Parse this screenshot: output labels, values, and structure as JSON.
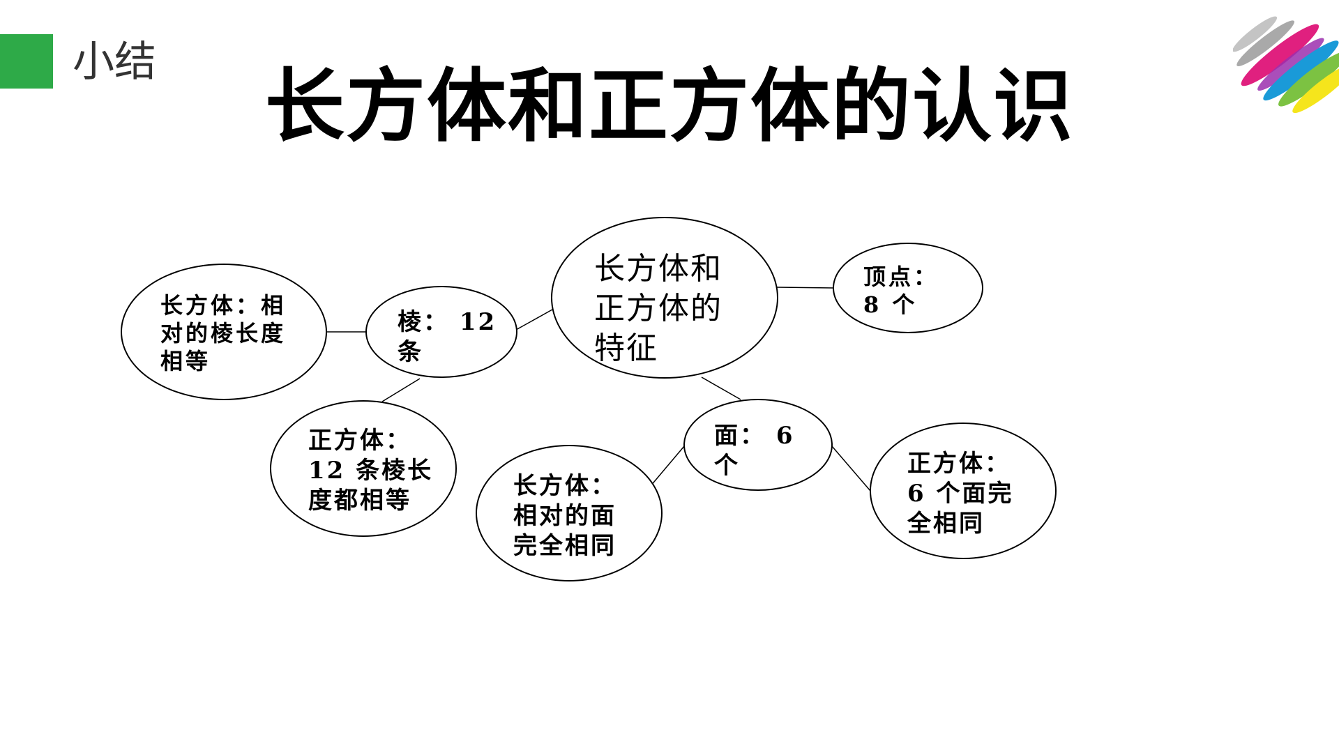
{
  "header": {
    "section_label": "小结",
    "title": "长方体和正方体的认识"
  },
  "colors": {
    "accent": "#2eaa48",
    "logo": [
      "#b0b0b0",
      "#e0207f",
      "#1a9ad8",
      "#7cc242",
      "#f5e51c",
      "#9b2fae"
    ]
  },
  "mindmap": {
    "center": {
      "text": "长方体和\n正方体的\n特征"
    },
    "edges_node": {
      "text": "棱： 12\n条"
    },
    "vertices_node": {
      "text": "顶点：\n8 个"
    },
    "faces_node": {
      "text": "面： 6\n个"
    },
    "cuboid_edges_note": {
      "text": "长方体：相\n对的棱长度\n相等"
    },
    "cube_edges_note": {
      "text": "正方体：\n12 条棱长\n度都相等"
    },
    "cuboid_faces_note": {
      "text": "长方体：\n相对的面\n完全相同"
    },
    "cube_faces_note": {
      "text": "正方体：\n6 个面完\n全相同"
    }
  }
}
